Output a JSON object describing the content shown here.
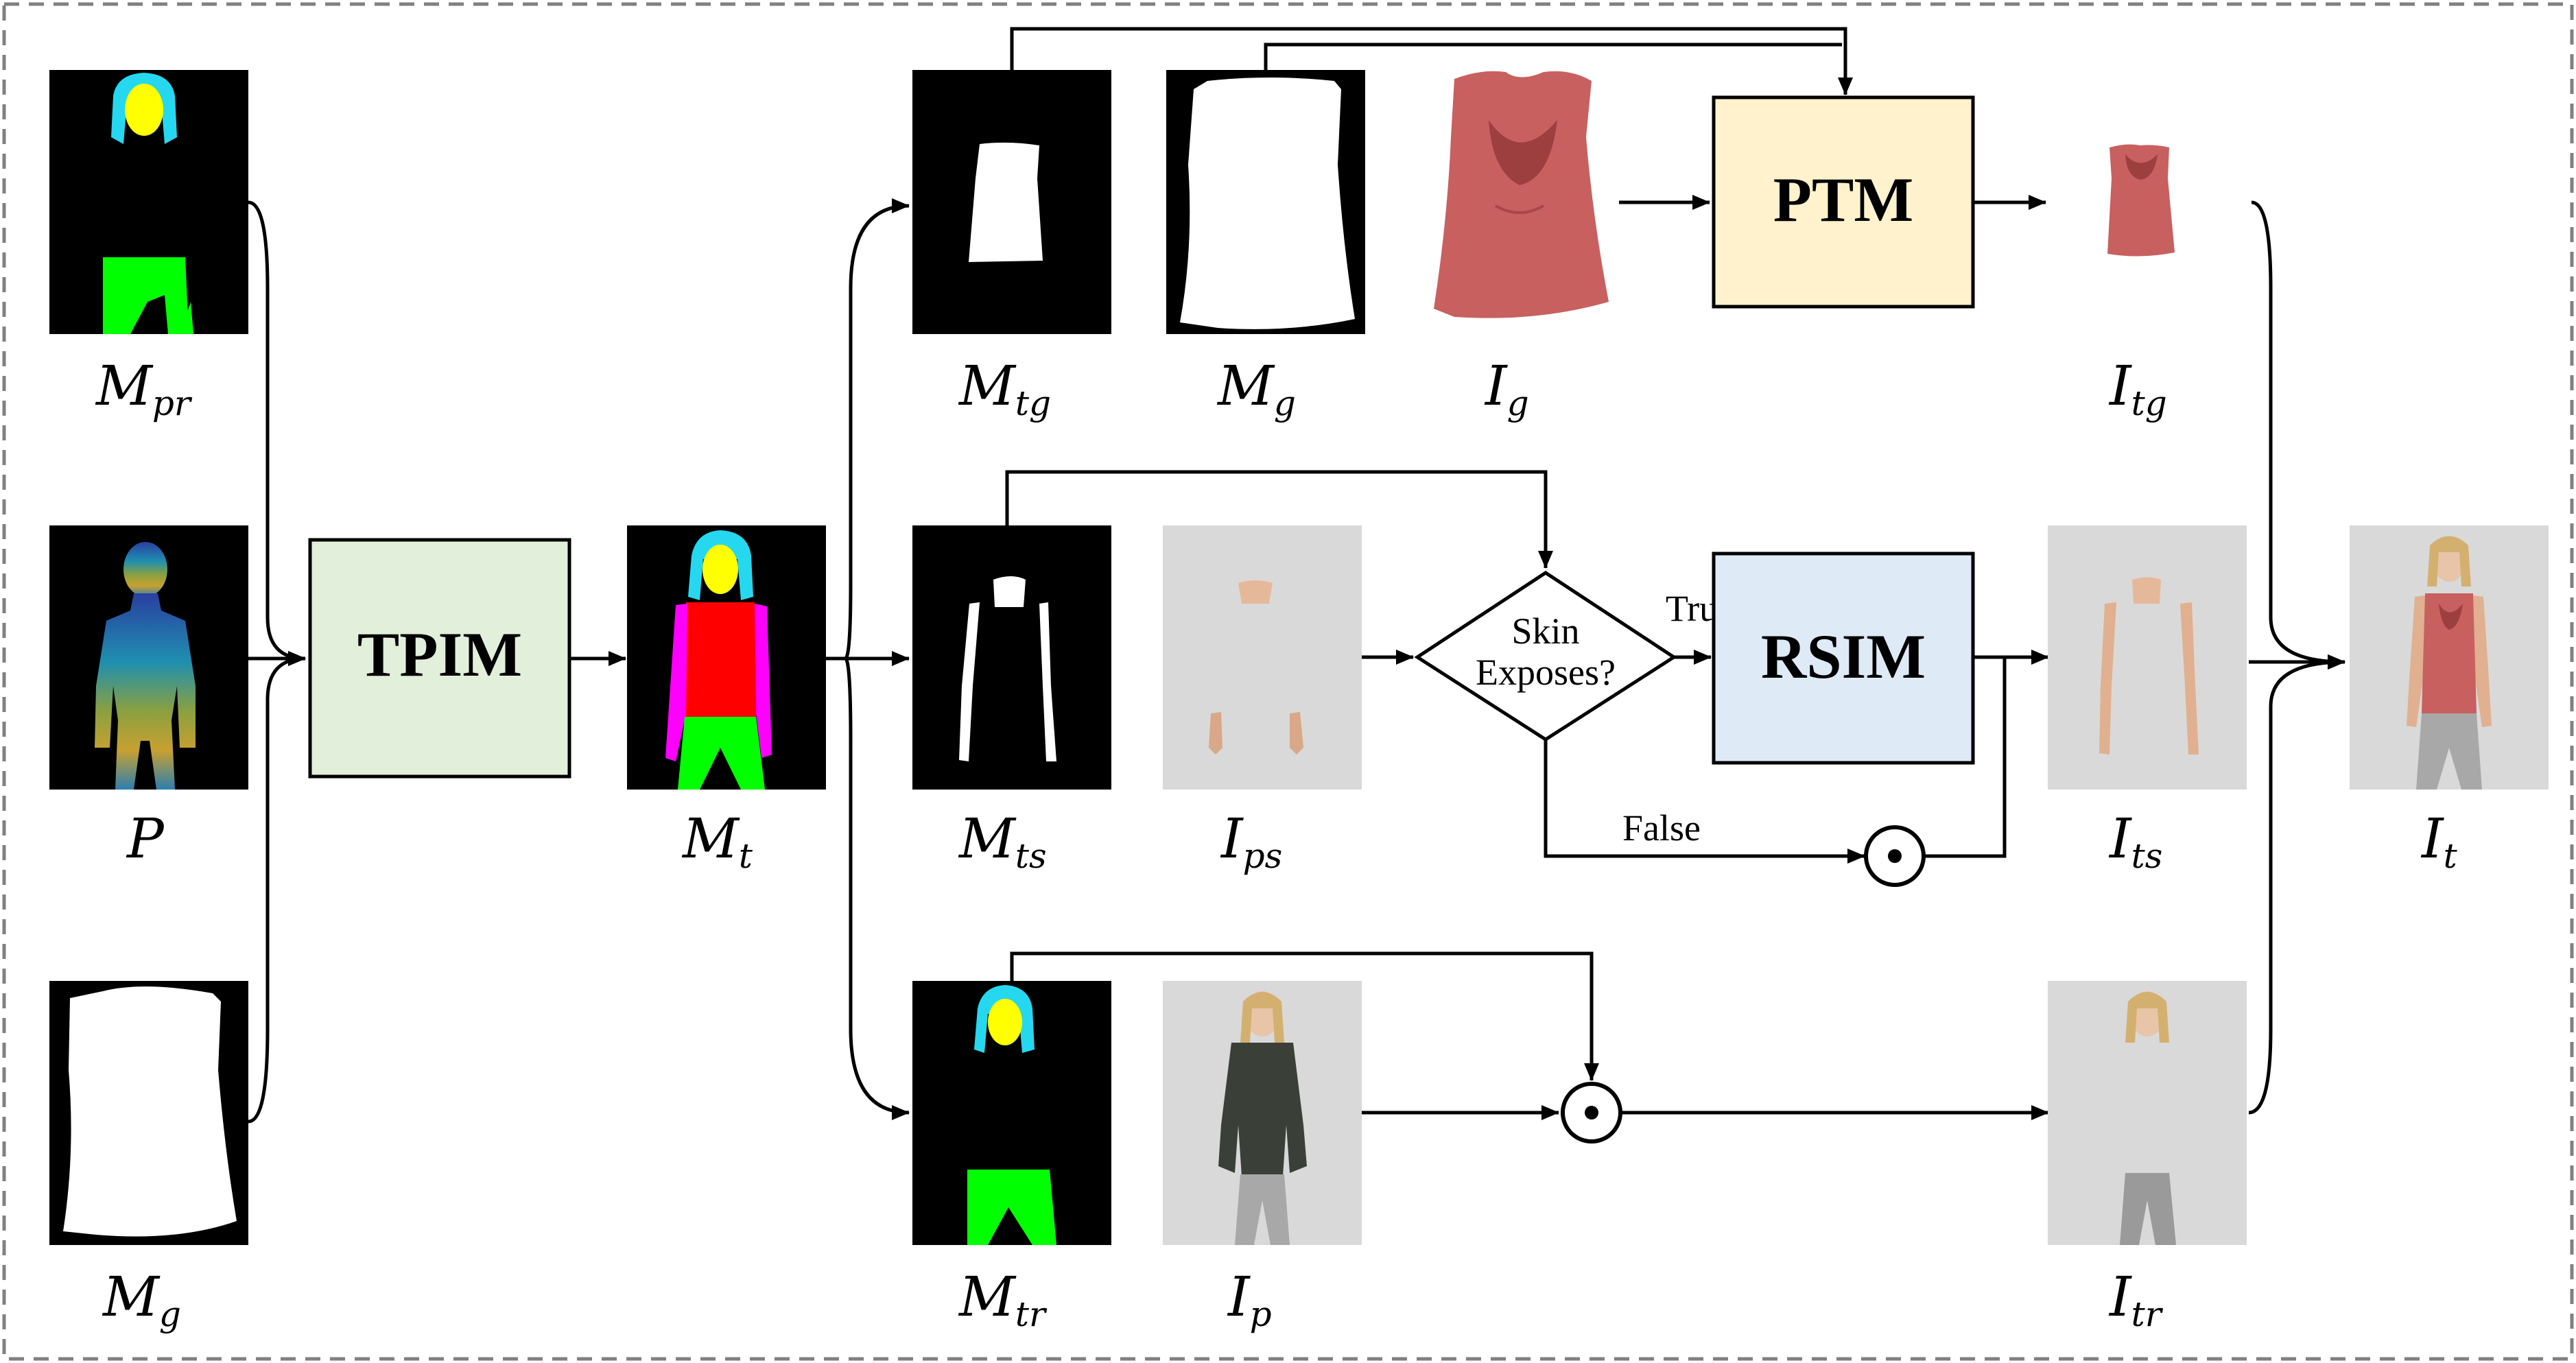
{
  "modules": {
    "tpim": "TPIM",
    "ptm": "PTM",
    "rsim": "RSIM"
  },
  "decision": {
    "line1": "Skin",
    "line2": "Exposes?",
    "true_label": "True",
    "false_label": "False"
  },
  "labels": {
    "m_pr": {
      "main": "M",
      "sub": "pr"
    },
    "p": {
      "main": "P",
      "sub": ""
    },
    "m_g_left": {
      "main": "M",
      "sub": "g"
    },
    "m_t": {
      "main": "M",
      "sub": "t"
    },
    "m_tg": {
      "main": "M",
      "sub": "tg"
    },
    "m_g_top": {
      "main": "M",
      "sub": "g"
    },
    "i_g": {
      "main": "I",
      "sub": "g"
    },
    "i_tg": {
      "main": "I",
      "sub": "tg"
    },
    "m_ts": {
      "main": "M",
      "sub": "ts"
    },
    "i_ps": {
      "main": "I",
      "sub": "ps"
    },
    "i_ts": {
      "main": "I",
      "sub": "ts"
    },
    "i_t": {
      "main": "I",
      "sub": "t"
    },
    "m_tr": {
      "main": "M",
      "sub": "tr"
    },
    "i_p": {
      "main": "I",
      "sub": "p"
    },
    "i_tr": {
      "main": "I",
      "sub": "tr"
    }
  },
  "operator_symbol": "⊙",
  "colors": {
    "tpim_fill": "#e2efda",
    "ptm_fill": "#fff2cc",
    "rsim_fill": "#deebf7",
    "hair": "#25d8f0",
    "face": "#ffff00",
    "pants": "#00ff00",
    "shirt": "#ff0000",
    "arm": "#ff00ff",
    "garment": "#c86060"
  }
}
